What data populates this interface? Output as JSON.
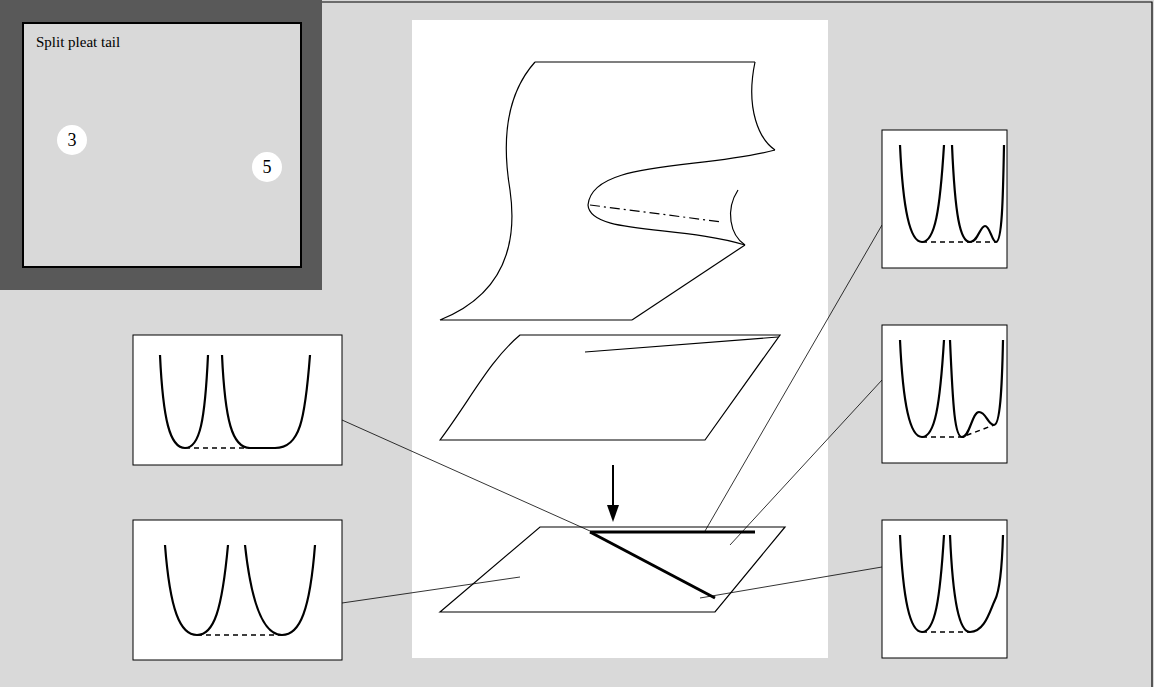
{
  "diagram": {
    "nodes": [
      {
        "text": [
          "Split pleat tail"
        ]
      },
      {
        "text": [
          "3"
        ],
        "in": 0
      },
      {
        "text": [
          "5"
        ],
        "in": 0
      }
    ]
  }
}
